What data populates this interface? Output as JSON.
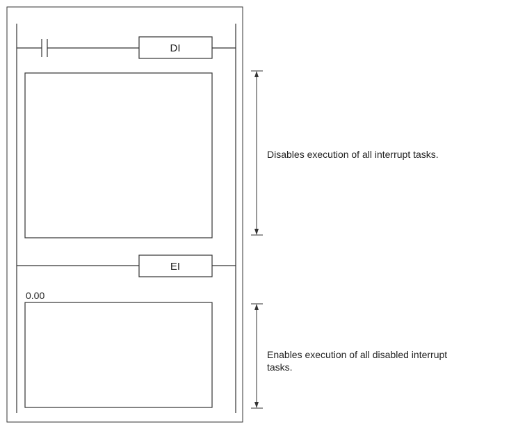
{
  "rung1": {
    "instruction": "DI"
  },
  "rung2": {
    "instruction": "EI"
  },
  "block2": {
    "label": "0.00"
  },
  "annotations": {
    "di_note": "Disables execution of all interrupt tasks.",
    "ei_note_line1": "Enables execution of all disabled interrupt",
    "ei_note_line2": "tasks."
  }
}
